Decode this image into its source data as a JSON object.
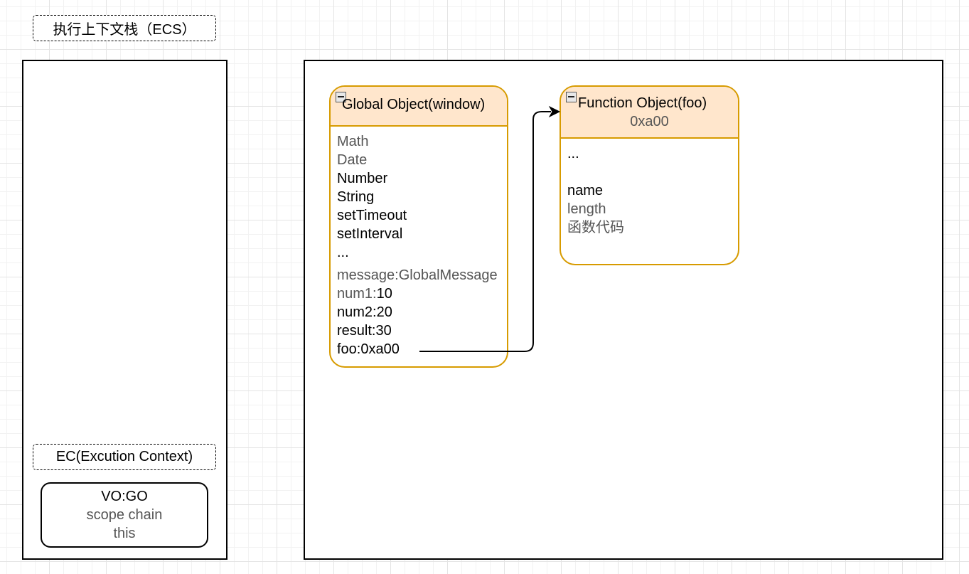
{
  "ecs_title": "执行上下文栈（ECS）",
  "ec_label": "EC(Excution Context)",
  "vo_box": {
    "line1": "VO:GO",
    "line2": "scope chain",
    "line3": "this"
  },
  "global_object": {
    "title": "Global Object(window)",
    "builtins": [
      "Math",
      "Date",
      "Number",
      "String",
      "setTimeout",
      "setInterval",
      "..."
    ],
    "message": "message:GlobalMessage",
    "num1_key": "num1:",
    "num1_val": "10",
    "num2": "num2:20",
    "result": "result:30",
    "foo": "foo:0xa00"
  },
  "function_object": {
    "title": "Function Object(foo)",
    "address": "0xa00",
    "ellipsis": "...",
    "name": "name",
    "length": "length",
    "code": "函数代码"
  }
}
